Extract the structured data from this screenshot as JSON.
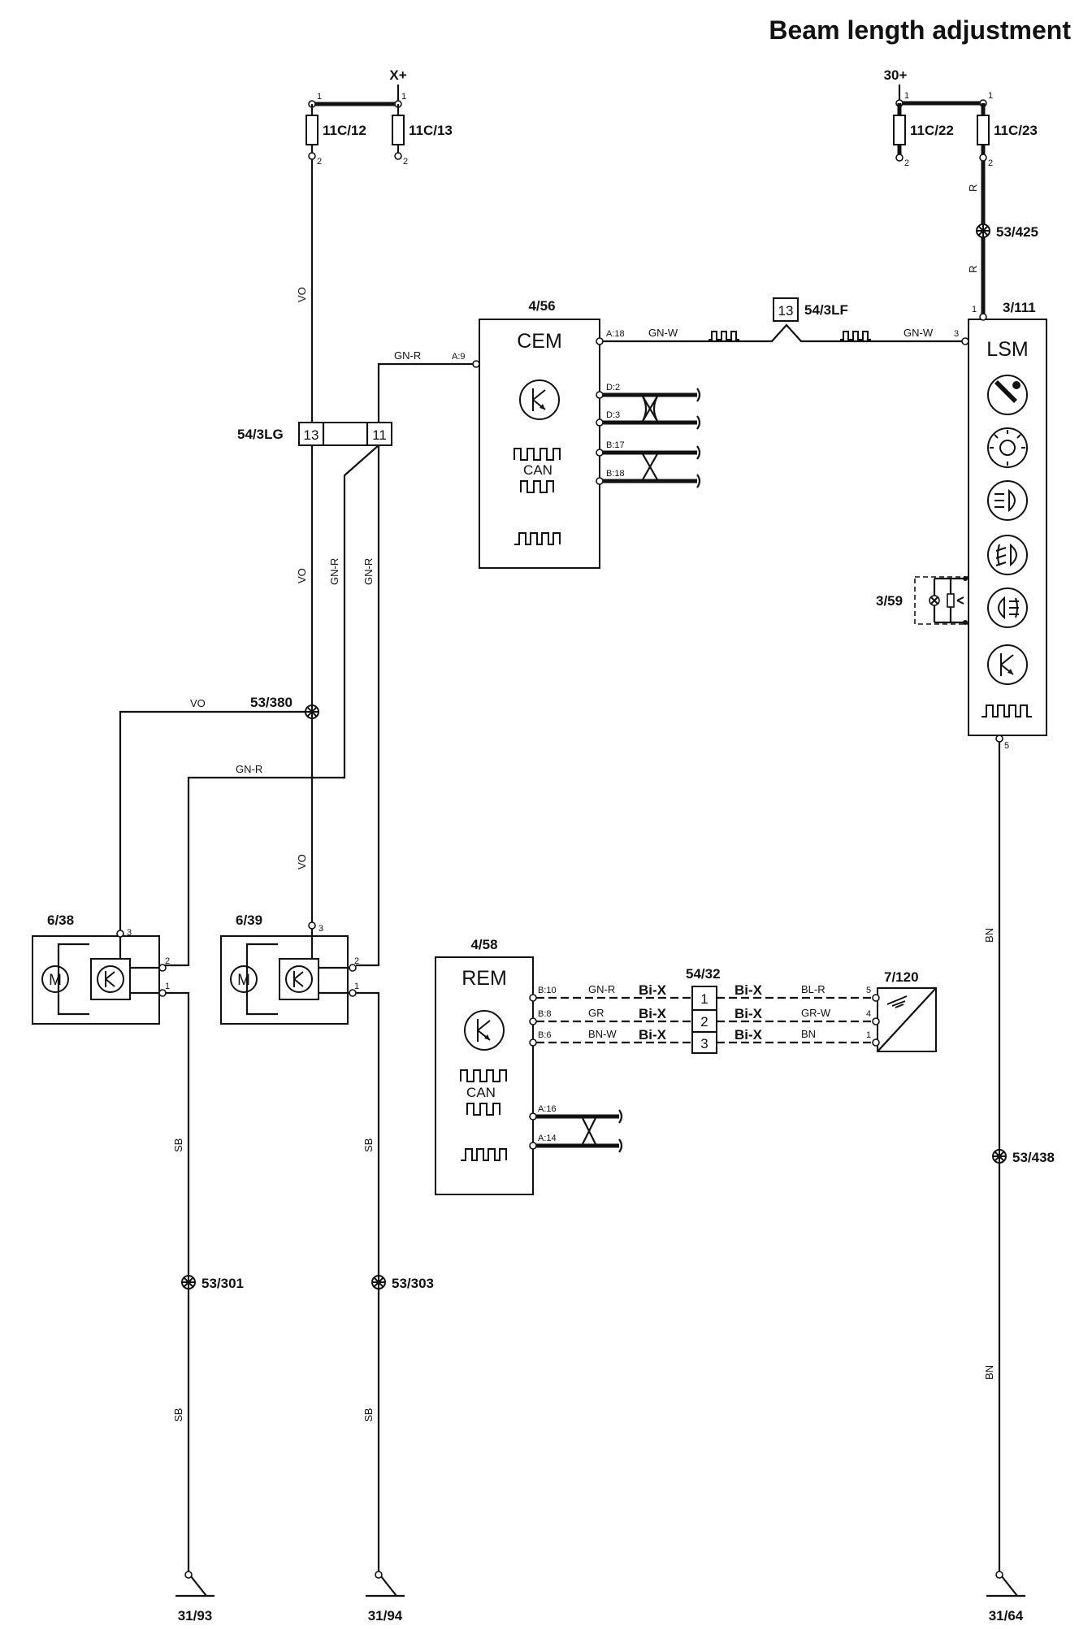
{
  "title": "Beam length adjustment",
  "supplies": {
    "xplus": "X+",
    "b30": "30+"
  },
  "fuses": {
    "f1": "11C/12",
    "f2": "11C/13",
    "f3": "11C/22",
    "f4": "11C/23"
  },
  "connectors": {
    "c54_3LG": "54/3LG",
    "c54_3LG_p1": "13",
    "c54_3LG_p2": "11",
    "c54_3LF": "54/3LF",
    "c54_3LF_p": "13",
    "c54_32": "54/32",
    "c54_32_p1": "1",
    "c54_32_p2": "2",
    "c54_32_p3": "3"
  },
  "splices": {
    "s53_425": "53/425",
    "s53_380": "53/380",
    "s53_438": "53/438",
    "s53_301": "53/301",
    "s53_303": "53/303"
  },
  "grounds": {
    "g1": "31/93",
    "g2": "31/94",
    "g3": "31/64"
  },
  "components": {
    "cem": {
      "ref": "4/56",
      "name": "CEM",
      "can": "CAN"
    },
    "lsm": {
      "ref": "3/111",
      "name": "LSM"
    },
    "rem": {
      "ref": "4/58",
      "name": "REM",
      "can": "CAN"
    },
    "m638": {
      "ref": "6/38",
      "motor": "M"
    },
    "m639": {
      "ref": "6/39",
      "motor": "M"
    },
    "sw359": {
      "ref": "3/59"
    },
    "sens7120": {
      "ref": "7/120"
    }
  },
  "pins": {
    "cem_a18": "A:18",
    "cem_a9": "A:9",
    "cem_d2": "D:2",
    "cem_d3": "D:3",
    "cem_b17": "B:17",
    "cem_b18": "B:18",
    "rem_b10": "B:10",
    "rem_b8": "B:8",
    "rem_b6": "B:6",
    "rem_a16": "A:16",
    "rem_a14": "A:14",
    "one": "1",
    "two": "2",
    "three": "3",
    "four": "4",
    "five": "5"
  },
  "wires": {
    "vo": "VO",
    "gnr": "GN-R",
    "gnw": "GN-W",
    "r": "R",
    "bn": "BN",
    "sb": "SB",
    "gr": "GR",
    "bnw": "BN-W",
    "blr": "BL-R",
    "grw": "GR-W",
    "bix": "Bi-X"
  }
}
